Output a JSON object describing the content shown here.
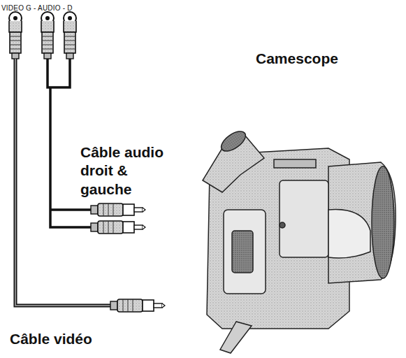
{
  "diagram": {
    "labels": [
      "VIDEO G - AUDIO - D",
      "Câble audio droit & gauche",
      "Camescope",
      "Câble vidéo"
    ]
  }
}
